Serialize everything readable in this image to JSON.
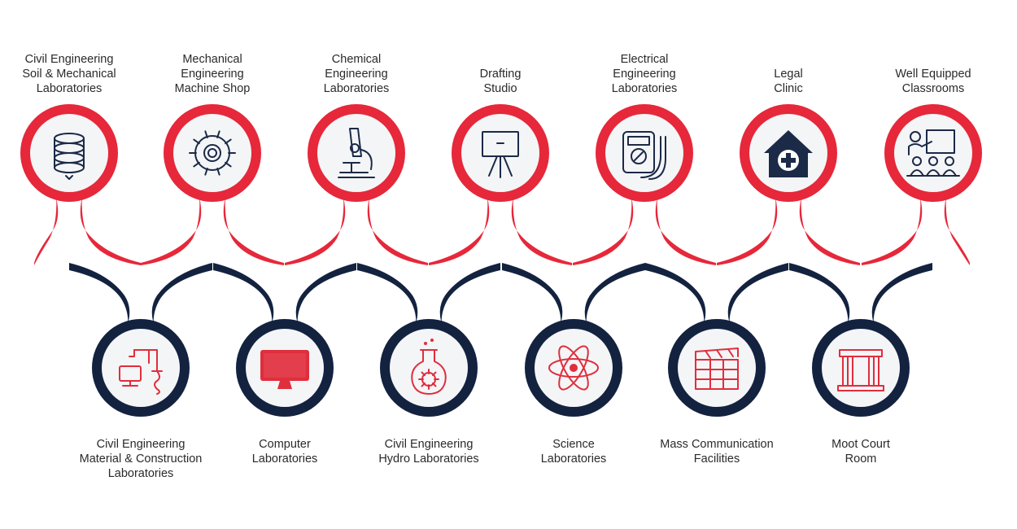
{
  "colors": {
    "red": "#e6283a",
    "navy": "#13223f",
    "node_fill": "#f4f5f7",
    "icon_dark": "#1b2a47",
    "icon_red": "#e02e3c",
    "text": "#2a2a2a"
  },
  "top_items": [
    {
      "label": "Civil Engineering\nSoil & Mechanical\nLaboratories",
      "icon": "soil-auger-icon"
    },
    {
      "label": "Mechanical\nEngineering\nMachine Shop",
      "icon": "gear-icon"
    },
    {
      "label": "Chemical\nEngineering\nLaboratories",
      "icon": "microscope-icon"
    },
    {
      "label": "Drafting\nStudio",
      "icon": "easel-board-icon"
    },
    {
      "label": "Electrical\nEngineering\nLaboratories",
      "icon": "multimeter-icon"
    },
    {
      "label": "Legal\nClinic",
      "icon": "house-medical-icon"
    },
    {
      "label": "Well Equipped\nClassrooms",
      "icon": "classroom-teacher-icon"
    }
  ],
  "bottom_items": [
    {
      "label": "Civil Engineering\nMaterial & Construction\nLaboratories",
      "icon": "construction-equipment-icon"
    },
    {
      "label": "Computer\nLaboratories",
      "icon": "monitor-icon"
    },
    {
      "label": "Civil Engineering\nHydro Laboratories",
      "icon": "flask-gear-icon"
    },
    {
      "label": "Science\nLaboratories",
      "icon": "atom-icon"
    },
    {
      "label": "Mass Communication\nFacilities",
      "icon": "clapperboard-icon"
    },
    {
      "label": "Moot Court\nRoom",
      "icon": "courthouse-icon"
    }
  ]
}
